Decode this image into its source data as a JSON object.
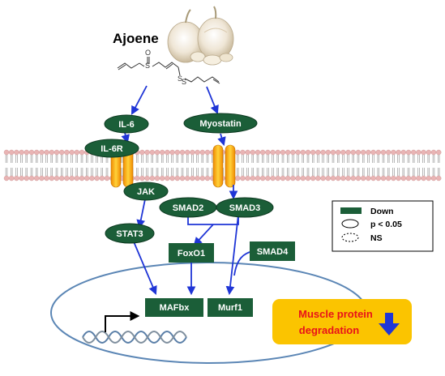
{
  "compound": {
    "name": "Ajoene",
    "structure_atom_S": "S",
    "structure_atom_O": "O"
  },
  "nodes": {
    "il6": "IL-6",
    "il6r": "IL-6R",
    "myostatin": "Myostatin",
    "jak": "JAK",
    "stat3": "STAT3",
    "smad2": "SMAD2",
    "smad3": "SMAD3",
    "foxo1": "FoxO1",
    "smad4": "SMAD4",
    "mafbx": "MAFbx",
    "murf1": "Murf1"
  },
  "legend": {
    "down": "Down",
    "significant": "p < 0.05",
    "ns": "NS"
  },
  "outcome": {
    "line1": "Muscle protein",
    "line2": "degradation",
    "arrow_icon": "down-arrow-icon"
  },
  "colors": {
    "node_green": "#1b5e38",
    "arrow_blue": "#1f35d6",
    "receptor_orange": "#f5a300",
    "membrane_pink": "#e9b4b4",
    "nucleus_blue": "#5b86b5",
    "outcome_box": "#fbc400",
    "outcome_text": "#e8121a"
  }
}
